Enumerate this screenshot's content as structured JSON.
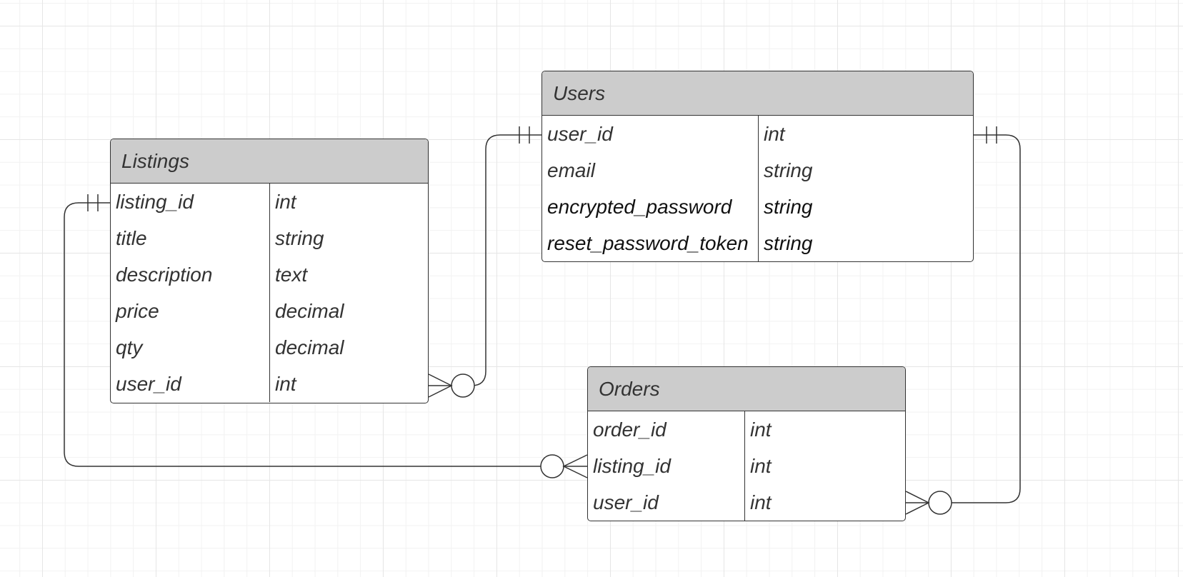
{
  "diagram": {
    "entities": [
      {
        "key": "listings",
        "title": "Listings",
        "fields": [
          {
            "name": "listing_id",
            "type": "int"
          },
          {
            "name": "title",
            "type": "string"
          },
          {
            "name": "description",
            "type": "text"
          },
          {
            "name": "price",
            "type": "decimal"
          },
          {
            "name": "qty",
            "type": "decimal"
          },
          {
            "name": "user_id",
            "type": "int"
          }
        ]
      },
      {
        "key": "users",
        "title": "Users",
        "fields": [
          {
            "name": "user_id",
            "type": "int"
          },
          {
            "name": "email",
            "type": "string"
          },
          {
            "name": "encrypted_password",
            "type": "string"
          },
          {
            "name": "reset_password_token",
            "type": "string"
          }
        ]
      },
      {
        "key": "orders",
        "title": "Orders",
        "fields": [
          {
            "name": "order_id",
            "type": "int"
          },
          {
            "name": "listing_id",
            "type": "int"
          },
          {
            "name": "user_id",
            "type": "int"
          }
        ]
      }
    ],
    "relationships": [
      {
        "from": "users.user_id",
        "from_cardinality": "exactly-one",
        "to": "listings.user_id",
        "to_cardinality": "zero-or-many"
      },
      {
        "from": "listings.listing_id",
        "from_cardinality": "exactly-one",
        "to": "orders.listing_id",
        "to_cardinality": "zero-or-many"
      },
      {
        "from": "users.user_id",
        "from_cardinality": "exactly-one",
        "to": "orders.user_id",
        "to_cardinality": "zero-or-many"
      }
    ],
    "colors": {
      "header_fill": "#cccccc",
      "border": "#333333",
      "text": "#333333",
      "grid": "#e6e6e6"
    }
  }
}
